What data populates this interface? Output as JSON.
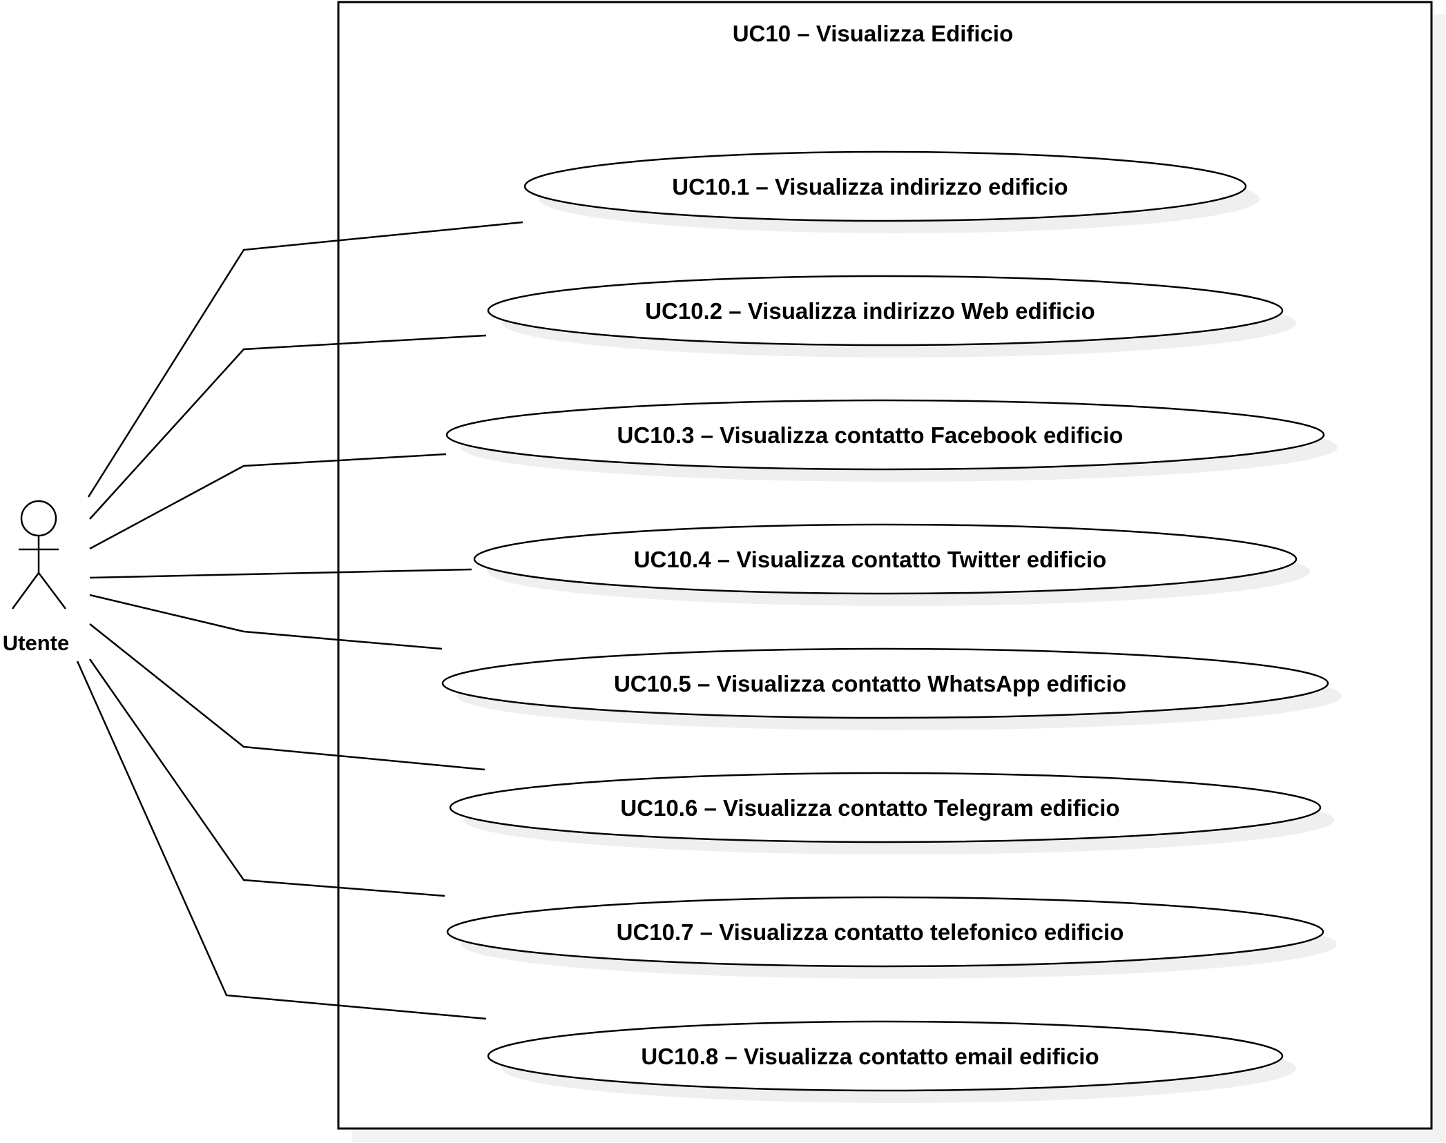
{
  "system": {
    "title": "UC10 – Visualizza Edificio"
  },
  "actor": {
    "name": "Utente"
  },
  "use_cases": [
    {
      "label": "UC10.1 – Visualizza indirizzo edificio"
    },
    {
      "label": "UC10.2 – Visualizza indirizzo Web edificio"
    },
    {
      "label": "UC10.3 – Visualizza contatto Facebook edificio"
    },
    {
      "label": "UC10.4 – Visualizza contatto Twitter edificio"
    },
    {
      "label": "UC10.5 – Visualizza contatto WhatsApp edificio"
    },
    {
      "label": "UC10.6 – Visualizza contatto Telegram edificio"
    },
    {
      "label": "UC10.7 – Visualizza contatto telefonico edificio"
    },
    {
      "label": "UC10.8 – Visualizza contatto email edificio"
    }
  ]
}
